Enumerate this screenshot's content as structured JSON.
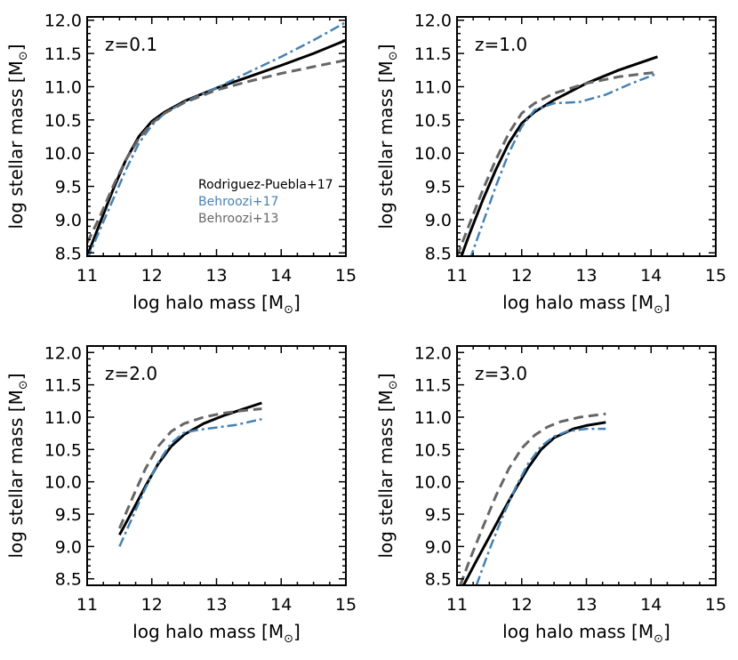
{
  "legend": [
    {
      "label": "Rodriguez-Puebla+17",
      "color": "#000000"
    },
    {
      "label": "Behroozi+17",
      "color": "#4682b4"
    },
    {
      "label": "Behroozi+13",
      "color": "#666666"
    }
  ],
  "chart_data": [
    {
      "type": "line",
      "panel_label": "z=0.1",
      "xlabel": "log halo mass [M",
      "ylabel": "log stellar mass [M",
      "unit_symbol": "⊙",
      "xlim": [
        11,
        15
      ],
      "ylim": [
        8.45,
        12.05
      ],
      "x_ticks": [
        "11",
        "12",
        "13",
        "14",
        "15"
      ],
      "y_ticks": [
        "8.5",
        "9.0",
        "9.5",
        "10.0",
        "10.5",
        "11.0",
        "11.5",
        "12.0"
      ],
      "series": [
        {
          "name": "Rodriguez-Puebla+17",
          "color": "#000000",
          "style": "solid",
          "x": [
            11.0,
            11.2,
            11.4,
            11.6,
            11.8,
            12.0,
            12.2,
            12.5,
            13.0,
            13.5,
            14.0,
            14.5,
            15.0
          ],
          "y": [
            8.45,
            8.95,
            9.45,
            9.9,
            10.25,
            10.48,
            10.62,
            10.78,
            10.98,
            11.15,
            11.32,
            11.5,
            11.7
          ]
        },
        {
          "name": "Behroozi+17",
          "color": "#4682b4",
          "style": "dashdot",
          "x": [
            11.0,
            11.2,
            11.4,
            11.6,
            11.8,
            12.0,
            12.2,
            12.5,
            13.0,
            13.5,
            14.0,
            14.5,
            15.0
          ],
          "y": [
            8.4,
            8.85,
            9.3,
            9.75,
            10.15,
            10.42,
            10.6,
            10.77,
            10.98,
            11.22,
            11.45,
            11.7,
            11.97
          ]
        },
        {
          "name": "Behroozi+13",
          "color": "#666666",
          "style": "dashed",
          "x": [
            11.0,
            11.2,
            11.4,
            11.6,
            11.8,
            12.0,
            12.2,
            12.5,
            13.0,
            13.5,
            14.0,
            14.5,
            15.0
          ],
          "y": [
            8.65,
            9.05,
            9.5,
            9.9,
            10.22,
            10.45,
            10.6,
            10.76,
            10.95,
            11.08,
            11.2,
            11.3,
            11.4
          ]
        }
      ]
    },
    {
      "type": "line",
      "panel_label": "z=1.0",
      "xlabel": "log halo mass [M",
      "ylabel": "log stellar mass [M",
      "unit_symbol": "⊙",
      "xlim": [
        11,
        15
      ],
      "ylim": [
        8.45,
        12.05
      ],
      "x_ticks": [
        "11",
        "12",
        "13",
        "14",
        "15"
      ],
      "y_ticks": [
        "8.5",
        "9.0",
        "9.5",
        "10.0",
        "10.5",
        "11.0",
        "11.5",
        "12.0"
      ],
      "series": [
        {
          "name": "Rodriguez-Puebla+17",
          "color": "#000000",
          "style": "solid",
          "x": [
            11.05,
            11.2,
            11.4,
            11.6,
            11.8,
            12.0,
            12.2,
            12.5,
            13.0,
            13.5,
            14.1
          ],
          "y": [
            8.4,
            8.8,
            9.3,
            9.75,
            10.15,
            10.45,
            10.62,
            10.8,
            11.05,
            11.25,
            11.45
          ]
        },
        {
          "name": "Behroozi+17",
          "color": "#4682b4",
          "style": "dashdot",
          "x": [
            11.2,
            11.4,
            11.6,
            11.8,
            12.0,
            12.2,
            12.5,
            12.9,
            13.3,
            13.7,
            14.1
          ],
          "y": [
            8.4,
            8.95,
            9.5,
            10.0,
            10.4,
            10.65,
            10.75,
            10.77,
            10.88,
            11.05,
            11.2
          ]
        },
        {
          "name": "Behroozi+13",
          "color": "#666666",
          "style": "dashed",
          "x": [
            11.0,
            11.2,
            11.4,
            11.6,
            11.8,
            12.0,
            12.2,
            12.5,
            13.0,
            13.5,
            14.1
          ],
          "y": [
            8.45,
            8.95,
            9.45,
            9.9,
            10.3,
            10.6,
            10.75,
            10.9,
            11.05,
            11.15,
            11.22
          ]
        }
      ]
    },
    {
      "type": "line",
      "panel_label": "z=2.0",
      "xlabel": "log halo mass [M",
      "ylabel": "log stellar mass [M",
      "unit_symbol": "⊙",
      "xlim": [
        11,
        15
      ],
      "ylim": [
        8.4,
        12.1
      ],
      "x_ticks": [
        "11",
        "12",
        "13",
        "14",
        "15"
      ],
      "y_ticks": [
        "8.5",
        "9.0",
        "9.5",
        "10.0",
        "10.5",
        "11.0",
        "11.5",
        "12.0"
      ],
      "series": [
        {
          "name": "Rodriguez-Puebla+17",
          "color": "#000000",
          "style": "solid",
          "x": [
            11.5,
            11.7,
            11.9,
            12.1,
            12.3,
            12.5,
            12.8,
            13.1,
            13.4,
            13.7
          ],
          "y": [
            9.18,
            9.55,
            9.93,
            10.28,
            10.55,
            10.73,
            10.9,
            11.02,
            11.12,
            11.22
          ]
        },
        {
          "name": "Behroozi+17",
          "color": "#4682b4",
          "style": "dashdot",
          "x": [
            11.5,
            11.7,
            11.9,
            12.1,
            12.3,
            12.5,
            12.7,
            13.0,
            13.3,
            13.7
          ],
          "y": [
            9.0,
            9.45,
            9.9,
            10.3,
            10.6,
            10.76,
            10.8,
            10.84,
            10.88,
            10.97
          ]
        },
        {
          "name": "Behroozi+13",
          "color": "#666666",
          "style": "dashed",
          "x": [
            11.5,
            11.7,
            11.9,
            12.1,
            12.3,
            12.5,
            12.8,
            13.1,
            13.4,
            13.7
          ],
          "y": [
            9.28,
            9.75,
            10.2,
            10.55,
            10.78,
            10.9,
            11.0,
            11.06,
            11.1,
            11.13
          ]
        }
      ]
    },
    {
      "type": "line",
      "panel_label": "z=3.0",
      "xlabel": "log halo mass [M",
      "ylabel": "log stellar mass [M",
      "unit_symbol": "⊙",
      "xlim": [
        11,
        15
      ],
      "ylim": [
        8.4,
        12.1
      ],
      "x_ticks": [
        "11",
        "12",
        "13",
        "14",
        "15"
      ],
      "y_ticks": [
        "8.5",
        "9.0",
        "9.5",
        "10.0",
        "10.5",
        "11.0",
        "11.5",
        "12.0"
      ],
      "series": [
        {
          "name": "Rodriguez-Puebla+17",
          "color": "#000000",
          "style": "solid",
          "x": [
            11.1,
            11.3,
            11.5,
            11.7,
            11.9,
            12.1,
            12.3,
            12.5,
            12.8,
            13.0,
            13.3
          ],
          "y": [
            8.4,
            8.78,
            9.15,
            9.52,
            9.88,
            10.22,
            10.5,
            10.68,
            10.82,
            10.87,
            10.92
          ]
        },
        {
          "name": "Behroozi+17",
          "color": "#4682b4",
          "style": "dashdot",
          "x": [
            11.3,
            11.5,
            11.7,
            11.9,
            12.1,
            12.3,
            12.5,
            12.7,
            13.0,
            13.3
          ],
          "y": [
            8.4,
            8.95,
            9.45,
            9.9,
            10.28,
            10.55,
            10.7,
            10.78,
            10.82,
            10.82
          ]
        },
        {
          "name": "Behroozi+13",
          "color": "#666666",
          "style": "dashed",
          "x": [
            11.05,
            11.2,
            11.4,
            11.6,
            11.8,
            12.0,
            12.2,
            12.4,
            12.6,
            12.9,
            13.3
          ],
          "y": [
            8.4,
            8.8,
            9.3,
            9.78,
            10.2,
            10.52,
            10.72,
            10.85,
            10.93,
            11.0,
            11.05
          ]
        }
      ]
    }
  ]
}
